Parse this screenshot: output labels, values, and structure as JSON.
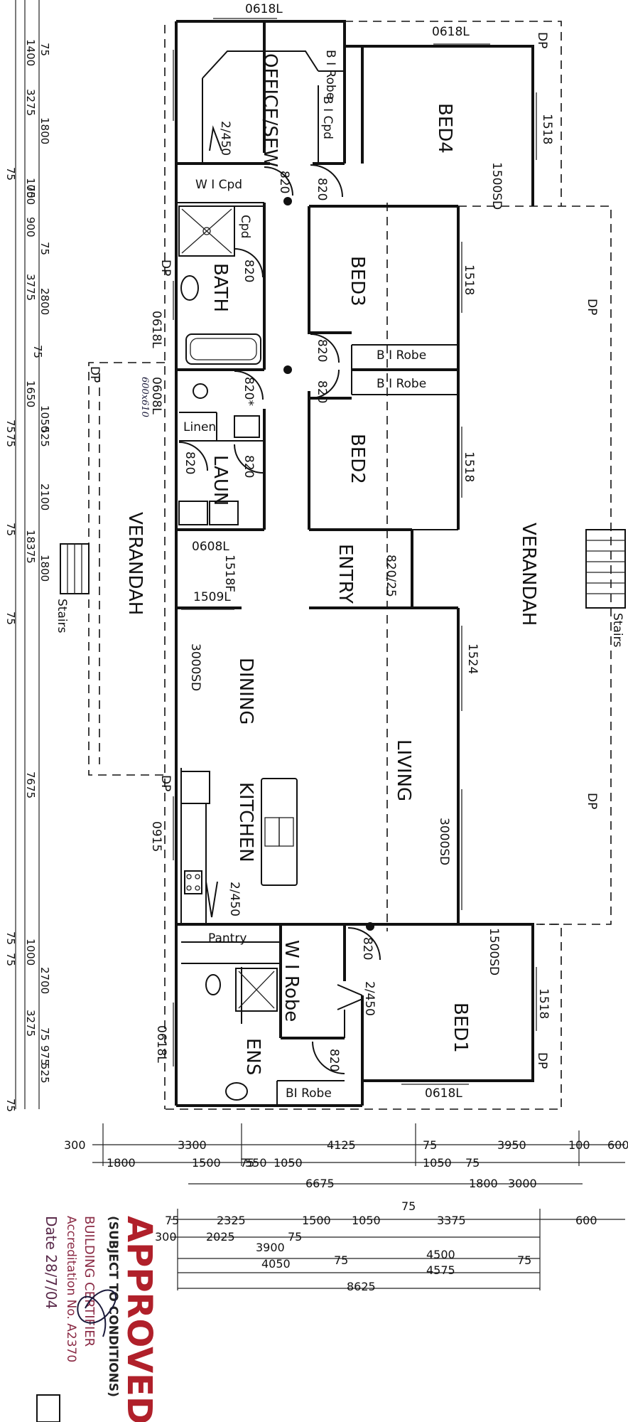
{
  "rooms": {
    "office": "OFFICE/SEW",
    "bed4": "BED4",
    "bed3": "BED3",
    "bed2": "BED2",
    "bed1": "BED1",
    "bath": "BATH",
    "laun": "LAUN",
    "linen": "Linen",
    "entry": "ENTRY",
    "dining": "DINING",
    "kitchen": "KITCHEN",
    "living": "LIVING",
    "verandah_west": "VERANDAH",
    "verandah_east": "VERANDAH",
    "pantry": "Pantry",
    "wi_robe": "W I Robe",
    "ens": "ENS",
    "wi_cpd": "W I Cpd",
    "cpd": "Cpd",
    "bi_cpd": "B I Cpd",
    "bi_robe_office": "B I Robe",
    "bi_robe_bed3": "B I Robe",
    "bi_robe_bed2": "B I Robe",
    "bi_robe_ens": "BI Robe",
    "stairs_west": "Stairs",
    "stairs_east": "Stairs"
  },
  "doors_windows": {
    "w_0618L_top": "0618L",
    "w_0618L_bed4": "0618L",
    "w_1518_bed4": "1518",
    "w_1500SD_bed4": "1500SD",
    "d_820_office": "820",
    "d_820_office2": "820",
    "d_2_450_office": "2/450",
    "d_820_bath": "820",
    "w_0618L_bath": "0618L",
    "w_1518_bed3": "1518",
    "d_820_bed3": "820",
    "d_820_bed2": "820",
    "d_820_wc": "820*",
    "w_0608L_wc": "0608L",
    "wc_note": "600x610",
    "d_820_laun": "820",
    "d_820_laun2": "820",
    "w_1518_bed2": "1518",
    "w_0608L_laun": "0608L",
    "w_1518F": "1518F",
    "w_1509L": "1509L",
    "d_820_entry": "820/25",
    "w_3000SD_dining": "3000SD",
    "w_1524_living": "1524",
    "w_3000SD_living": "3000SD",
    "w_0915_kitchen": "0915",
    "d_2_450_pantry": "2/450",
    "d_820_bed1": "820",
    "d_2_450_robe": "2/450",
    "w_1500SD_bed1": "1500SD",
    "w_1518_bed1": "1518",
    "d_820_ens": "820",
    "w_0618L_ens": "0618L",
    "w_0618L_bed1": "0618L",
    "dp": "DP"
  },
  "dims_left": [
    "1400",
    "75",
    "3275",
    "1800",
    "75",
    "1000",
    "75",
    "900",
    "75",
    "3775",
    "2800",
    "75",
    "1650",
    "1050",
    "75",
    "525",
    "75",
    "2100",
    "75",
    "18375",
    "1800",
    "75",
    "7675",
    "75",
    "1000",
    "75",
    "2700",
    "3275",
    "75",
    "975",
    "525",
    "75"
  ],
  "dims_bottom": {
    "r1": [
      "300",
      "3300",
      "4125",
      "75",
      "3950",
      "600",
      "100"
    ],
    "r2": [
      "1800",
      "1500",
      "550",
      "1050",
      "75",
      "1050",
      "75"
    ],
    "r3": [
      "6675",
      "3000",
      "1800"
    ],
    "r4": [
      "75",
      "2325",
      "1500",
      "1050",
      "75",
      "3375",
      "600",
      "300",
      "2025",
      "75"
    ],
    "r5": [
      "3900",
      "4050",
      "75",
      "4500",
      "4575",
      "75",
      "8625"
    ]
  },
  "stamp": {
    "approved": "APPROVED",
    "conditions": "(SUBJECT TO CONDITIONS)",
    "certifier": "BUILDING CERTIFIER",
    "accreditation": "Accreditation No. A2370",
    "date": "Date 28/7/04"
  }
}
